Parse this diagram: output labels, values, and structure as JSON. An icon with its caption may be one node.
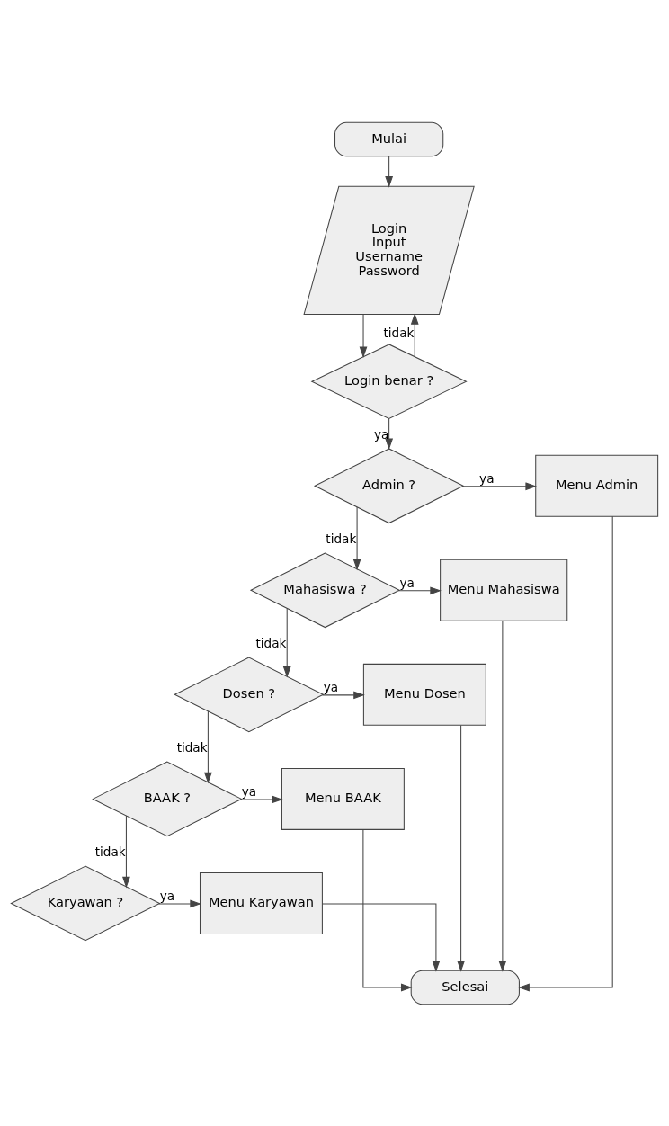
{
  "diagram": {
    "nodes": [
      {
        "text": [
          "Mulai"
        ]
      },
      {
        "text": [
          "Login Input Username Password"
        ]
      },
      {
        "text": [
          "Login benar ?"
        ]
      },
      {
        "text": [
          "Admin ?"
        ]
      },
      {
        "text": [
          "Menu Admin"
        ]
      },
      {
        "text": [
          "Mahasiswa ?"
        ]
      },
      {
        "text": [
          "Menu Mahasiswa"
        ]
      },
      {
        "text": [
          "Dosen ?"
        ]
      },
      {
        "text": [
          "Menu Dosen"
        ]
      },
      {
        "text": [
          "BAAK ?"
        ]
      },
      {
        "text": [
          "Menu BAAK"
        ]
      },
      {
        "text": [
          "Karyawan ?"
        ]
      },
      {
        "text": [
          "Menu Karyawan"
        ]
      },
      {
        "text": [
          "Selesai"
        ]
      }
    ],
    "edges": [
      {
        "from": 0,
        "to": 1,
        "arrow": "to"
      },
      {
        "from": 1,
        "to": 2,
        "arrow": "to"
      },
      {
        "from": 2,
        "to": 1,
        "arrow": "to",
        "label": "tidak"
      },
      {
        "from": 2,
        "to": 3,
        "arrow": "to",
        "label": "ya"
      },
      {
        "from": 3,
        "to": 4,
        "arrow": "to",
        "label": "ya"
      },
      {
        "from": 3,
        "to": 5,
        "arrow": "to",
        "label": "tidak"
      },
      {
        "from": 5,
        "to": 6,
        "arrow": "to",
        "label": "ya"
      },
      {
        "from": 5,
        "to": 7,
        "arrow": "to",
        "label": "tidak"
      },
      {
        "from": 7,
        "to": 8,
        "arrow": "to",
        "label": "ya"
      },
      {
        "from": 7,
        "to": 9,
        "arrow": "to",
        "label": "tidak"
      },
      {
        "from": 9,
        "to": 10,
        "arrow": "to",
        "label": "ya"
      },
      {
        "from": 9,
        "to": 11,
        "arrow": "to",
        "label": "tidak"
      },
      {
        "from": 11,
        "to": 12,
        "arrow": "to",
        "label": "ya"
      },
      {
        "from": 4,
        "to": 13,
        "arrow": "to"
      },
      {
        "from": 6,
        "to": 13,
        "arrow": "to"
      },
      {
        "from": 8,
        "to": 13,
        "arrow": "to"
      },
      {
        "from": 10,
        "to": 13,
        "arrow": "to"
      },
      {
        "from": 12,
        "to": 13,
        "arrow": "to"
      }
    ]
  }
}
